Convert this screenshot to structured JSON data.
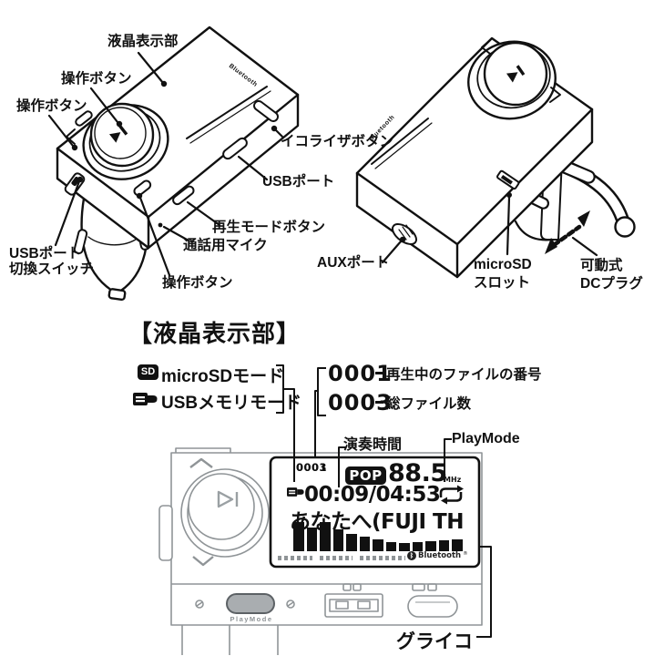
{
  "top_left_device": {
    "labels": {
      "lcd_display": "液晶表示部",
      "operation_button_top": "操作ボタン",
      "operation_button_left": "操作ボタン",
      "operation_button_bottom": "操作ボタン",
      "equalizer_button": "イコライザボタン",
      "usb_port": "USBポート",
      "play_mode_button": "再生モードボタン",
      "call_mic": "通話用マイク",
      "usb_switch_line1": "USBポート",
      "usb_switch_line2": "切換スイッチ"
    }
  },
  "top_right_device": {
    "labels": {
      "aux_port": "AUXポート",
      "microsd_line1": "microSD",
      "microsd_line2": "スロット",
      "dc_plug_line1": "可動式",
      "dc_plug_line2": "DCプラグ"
    }
  },
  "brand": {
    "bluetooth": "Bluetooth"
  },
  "lcd_section": {
    "heading": "【液晶表示部】",
    "legend": {
      "sd_badge": "SD",
      "sd_mode": "microSDモード",
      "usb_mode": "USBメモリモード",
      "current_file_value": "0001",
      "current_file_desc": "再生中のファイルの番号",
      "total_file_value": "0003",
      "total_file_desc": "総ファイル数",
      "play_time": "演奏時間",
      "play_mode": "PlayMode",
      "graphic_eq": "グライコ"
    },
    "display": {
      "current_file": "0001",
      "total_files": "0003",
      "genre": "POP",
      "frequency": "88.5",
      "frequency_unit": "MHz",
      "elapsed_total_time": "00:09/04:53",
      "track_title": "あなたへ(FUJI TH",
      "bluetooth_rune": "ᛒ",
      "bluetooth_wordmark": "Bluetooth",
      "reg_mark": "®",
      "eq_bars": [
        32,
        26,
        32,
        24,
        19,
        16,
        13,
        10,
        9,
        10,
        11,
        12,
        13
      ]
    },
    "device": {
      "play_mode_print": "PlayMode"
    }
  },
  "colors": {
    "ink": "#111111",
    "gray_line": "#8f9497",
    "pill_fill": "#a9adb0"
  }
}
